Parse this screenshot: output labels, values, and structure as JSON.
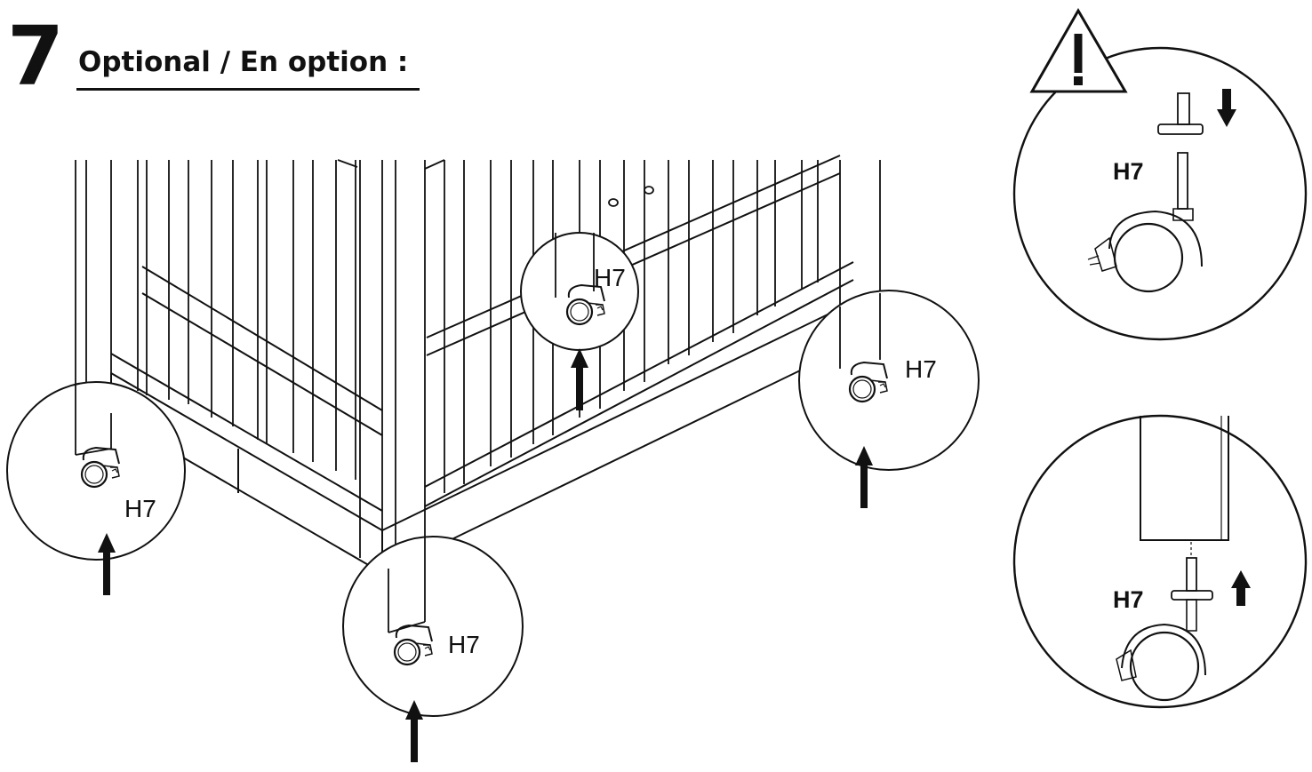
{
  "step": {
    "number": "7",
    "title": "Optional  / En option :"
  },
  "part_label": "H7",
  "detail_callouts": {
    "top": {
      "label": "H7"
    },
    "bottom": {
      "label": "H7"
    }
  },
  "leg_callouts": [
    {
      "id": "left",
      "label": "H7"
    },
    {
      "id": "front",
      "label": "H7"
    },
    {
      "id": "back",
      "label": "H7"
    },
    {
      "id": "right",
      "label": "H7"
    }
  ],
  "icons": [
    "warning-icon",
    "arrow-up-icon",
    "arrow-down-icon",
    "caster-wheel-icon"
  ]
}
